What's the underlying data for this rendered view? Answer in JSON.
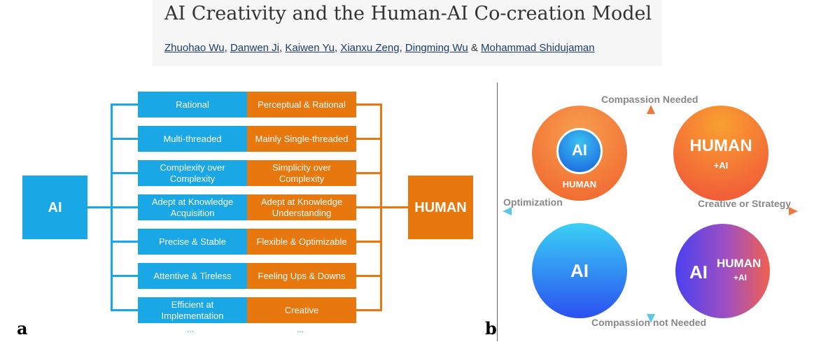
{
  "paper": {
    "title": "AI Creativity and the Human-AI Co-creation Model",
    "authors": [
      "Zhuohao Wu",
      "Danwen Ji",
      "Kaiwen Yu",
      "Xianxu Zeng",
      "Dingming Wu",
      "Mohammad Shidujaman"
    ],
    "author_separators": [
      ", ",
      ", ",
      ", ",
      ", ",
      " & "
    ]
  },
  "panel_a": {
    "letter": "a",
    "ai_label": "AI",
    "human_label": "HUMAN",
    "rows": [
      {
        "ai": "Rational",
        "human": "Perceptual & Rational"
      },
      {
        "ai": "Multi-threaded",
        "human": "Mainly Single-threaded"
      },
      {
        "ai": "Complexity over Complexity",
        "human": "Simplicity over Complexity"
      },
      {
        "ai": "Adept at Knowledge Acquisition",
        "human": "Adept at Knowledge Understanding"
      },
      {
        "ai": "Precise & Stable",
        "human": "Flexible & Optimizable"
      },
      {
        "ai": "Attentive & Tireless",
        "human": "Feeling Ups & Downs"
      },
      {
        "ai": "Efficient at Implementation",
        "human": "Creative"
      }
    ],
    "ellipsis_left": "...",
    "ellipsis_right": "..."
  },
  "panel_b": {
    "letter": "b",
    "axis_top": "Compassion Needed",
    "axis_bottom": "Compassion not Needed",
    "axis_left": "Optimization",
    "axis_right": "Creative or Strategy",
    "q_top_left": {
      "inner": "AI",
      "outer": "HUMAN"
    },
    "q_top_right": {
      "main": "HUMAN",
      "sub": "+AI"
    },
    "q_bottom_left": {
      "main": "AI"
    },
    "q_bottom_right": {
      "left": "AI",
      "main": "HUMAN",
      "sub": "+AI"
    }
  },
  "colors": {
    "blue": "#1aa7e6",
    "orange": "#e8770d",
    "link": "#1a3d6e"
  }
}
